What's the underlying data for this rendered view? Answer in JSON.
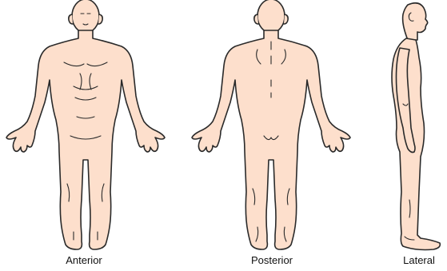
{
  "views": [
    {
      "id": "anterior",
      "label": "Anterior"
    },
    {
      "id": "posterior",
      "label": "Posterior"
    },
    {
      "id": "lateral",
      "label": "Lateral"
    }
  ],
  "colors": {
    "skin": "#fddfcc",
    "outline": "#2a2a2a",
    "background": "#ffffff"
  }
}
